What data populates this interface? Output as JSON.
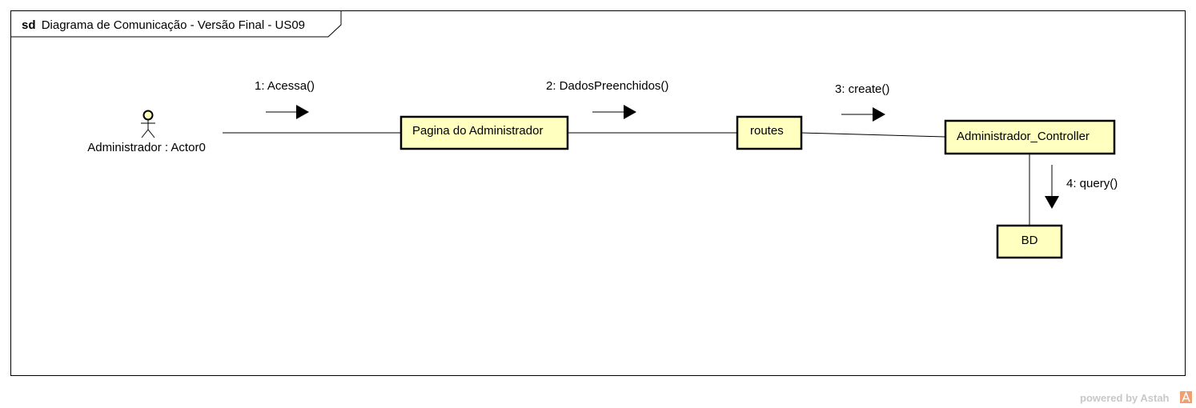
{
  "diagram": {
    "frame_keyword": "sd",
    "frame_title": "Diagrama de Comunicação - Versão Final - US09",
    "actor": {
      "label": "Administrador : Actor0",
      "icon": "stick-figure-icon",
      "fill_color": "#ffffc0"
    },
    "lifelines": [
      {
        "id": "pagina",
        "label": "Pagina do Administrador"
      },
      {
        "id": "routes",
        "label": "routes"
      },
      {
        "id": "controller",
        "label": "Administrador_Controller"
      },
      {
        "id": "bd",
        "label": "BD"
      }
    ],
    "messages": [
      {
        "label": "1: Acessa()",
        "from": "actor",
        "to": "pagina",
        "direction": "right"
      },
      {
        "label": "2: DadosPreenchidos()",
        "from": "pagina",
        "to": "routes",
        "direction": "right"
      },
      {
        "label": "3: create()",
        "from": "routes",
        "to": "controller",
        "direction": "right"
      },
      {
        "label": "4: query()",
        "from": "controller",
        "to": "bd",
        "direction": "down"
      }
    ],
    "colors": {
      "object_fill": "#ffffc0",
      "border": "#000000"
    }
  },
  "watermark": {
    "text": "powered by Astah",
    "icon": "astah-logo-icon",
    "accent": "#f0a070"
  }
}
